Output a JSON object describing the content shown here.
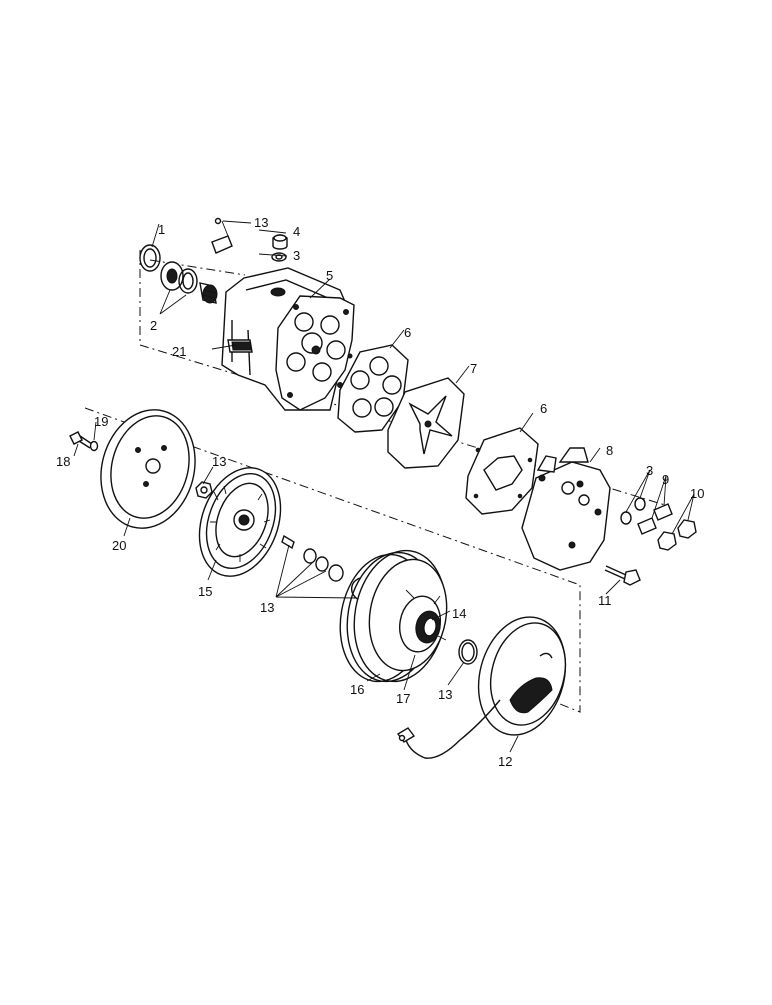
{
  "figure": {
    "type": "exploded parts diagram",
    "callouts": [
      {
        "id": "c1",
        "text": "1"
      },
      {
        "id": "c2",
        "text": "2"
      },
      {
        "id": "c3a",
        "text": "3"
      },
      {
        "id": "c3b",
        "text": "3"
      },
      {
        "id": "c4",
        "text": "4"
      },
      {
        "id": "c5",
        "text": "5"
      },
      {
        "id": "c6a",
        "text": "6"
      },
      {
        "id": "c6b",
        "text": "6"
      },
      {
        "id": "c7",
        "text": "7"
      },
      {
        "id": "c8",
        "text": "8"
      },
      {
        "id": "c9",
        "text": "9"
      },
      {
        "id": "c10",
        "text": "10"
      },
      {
        "id": "c11",
        "text": "11"
      },
      {
        "id": "c12",
        "text": "12"
      },
      {
        "id": "c13a",
        "text": "13"
      },
      {
        "id": "c13b",
        "text": "13"
      },
      {
        "id": "c13c",
        "text": "13"
      },
      {
        "id": "c13d",
        "text": "13"
      },
      {
        "id": "c14",
        "text": "14"
      },
      {
        "id": "c15",
        "text": "15"
      },
      {
        "id": "c16",
        "text": "16"
      },
      {
        "id": "c17",
        "text": "17"
      },
      {
        "id": "c18",
        "text": "18"
      },
      {
        "id": "c19",
        "text": "19"
      },
      {
        "id": "c20",
        "text": "20"
      },
      {
        "id": "c21",
        "text": "21"
      }
    ]
  }
}
